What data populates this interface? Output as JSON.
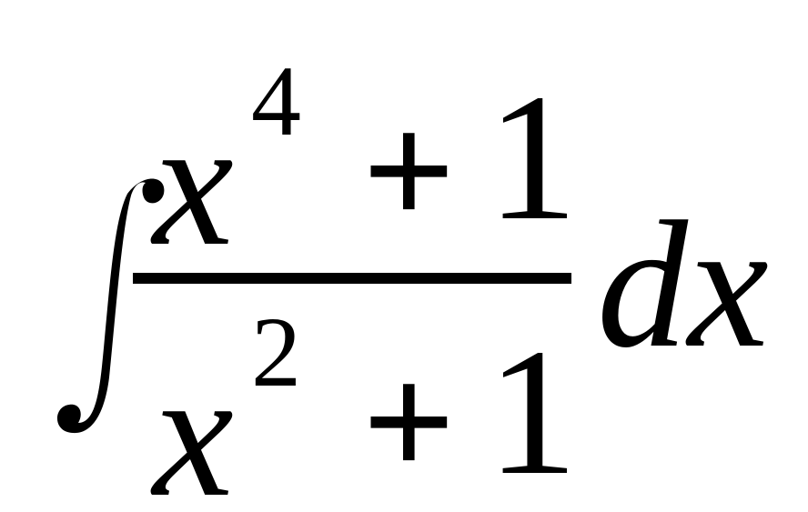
{
  "expression": {
    "integral_icon": "integral-sign",
    "numerator": {
      "base": "x",
      "exponent": "4",
      "operator": "+",
      "constant": "1"
    },
    "denominator": {
      "base": "x",
      "exponent": "2",
      "operator": "+",
      "constant": "1"
    },
    "differential": "dx"
  },
  "colors": {
    "ink": "#000000",
    "background": "#ffffff"
  }
}
